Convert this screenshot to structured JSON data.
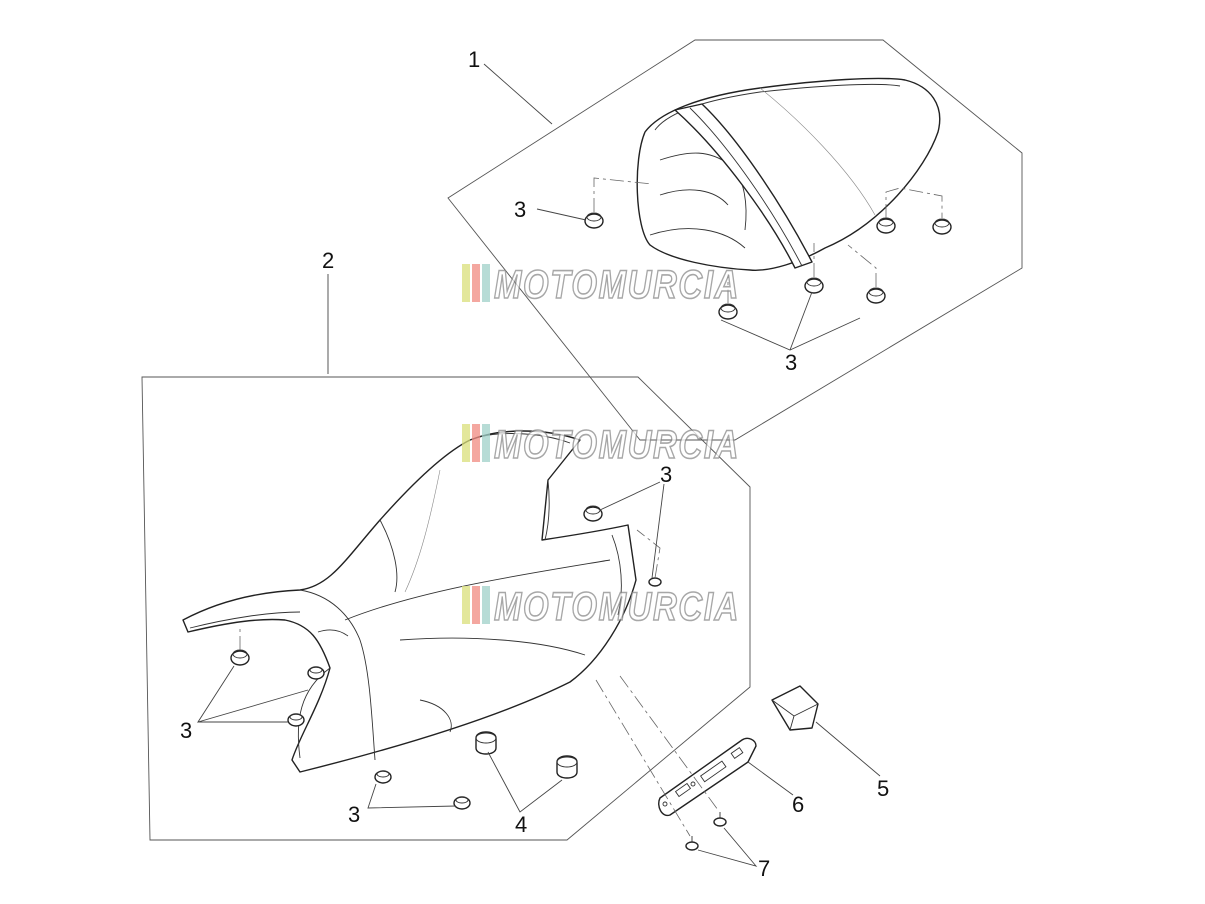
{
  "callouts": {
    "c1": "1",
    "c2": "2",
    "c3a": "3",
    "c3b": "3",
    "c3c": "3",
    "c3d": "3",
    "c3e": "3",
    "c4": "4",
    "c5": "5",
    "c6": "6",
    "c7": "7"
  },
  "watermark": {
    "text": "MOTOMURCIA",
    "colors": [
      "#d9df7a",
      "#f08a80",
      "#9fd0c8"
    ]
  }
}
